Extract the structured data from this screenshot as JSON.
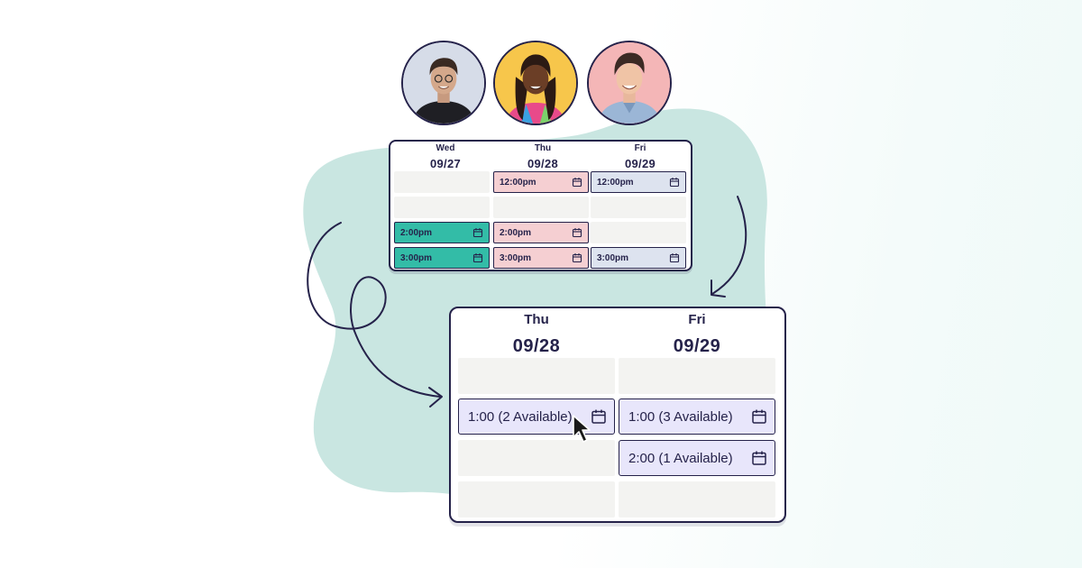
{
  "colors": {
    "ink": "#25224a",
    "blob": "#c9e6e1",
    "teal_slot": "#33bca7",
    "pink_slot": "#f5cfd2",
    "blue_slot": "#dde3ef",
    "lavender_slot": "#e8e6fb",
    "empty_cell": "#f3f3f1"
  },
  "avatars": [
    {
      "name": "person-1",
      "bg": "#d6dce8"
    },
    {
      "name": "person-2",
      "bg": "#f7c64b"
    },
    {
      "name": "person-3",
      "bg": "#f4b6b7"
    }
  ],
  "small_calendar": {
    "days": [
      {
        "dow": "Wed",
        "date": "09/27"
      },
      {
        "dow": "Thu",
        "date": "09/28"
      },
      {
        "dow": "Fri",
        "date": "09/29"
      }
    ],
    "slots": {
      "thu_1200": "12:00pm",
      "fri_1200": "12:00pm",
      "wed_200": "2:00pm",
      "thu_200": "2:00pm",
      "wed_300": "3:00pm",
      "thu_300": "3:00pm",
      "fri_300": "3:00pm"
    },
    "icon": "calendar-icon"
  },
  "big_calendar": {
    "days": [
      {
        "dow": "Thu",
        "date": "09/28"
      },
      {
        "dow": "Fri",
        "date": "09/29"
      }
    ],
    "slots": {
      "thu_100": "1:00 (2 Available)",
      "fri_100": "1:00 (3 Available)",
      "fri_200": "2:00 (1 Available)"
    },
    "icon": "calendar-icon"
  },
  "cursor_icon": "mouse-pointer-icon"
}
